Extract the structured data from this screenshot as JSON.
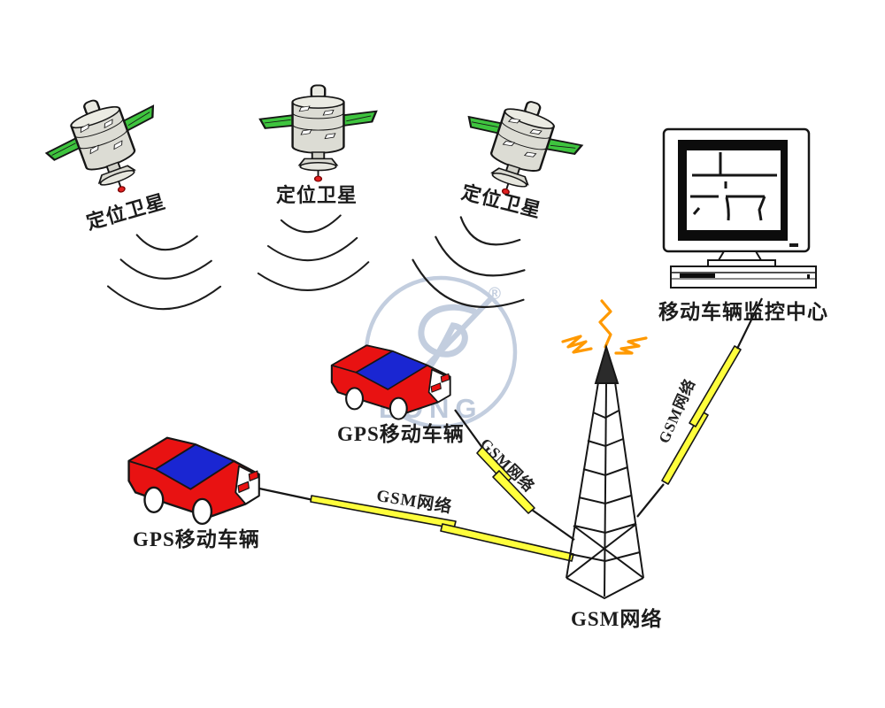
{
  "satellites": [
    {
      "label": "定位卫星"
    },
    {
      "label": "定位卫星"
    },
    {
      "label": "定位卫星"
    }
  ],
  "vehicles": [
    {
      "label": "GPS移动车辆"
    },
    {
      "label": "GPS移动车辆"
    }
  ],
  "monitor": {
    "label": "移动车辆监控中心"
  },
  "tower": {
    "label": "GSM网络"
  },
  "links": [
    {
      "label": "GSM网络"
    },
    {
      "label": "GSM网络"
    },
    {
      "label": "GSM网络"
    }
  ],
  "watermark": {
    "text": "LONG",
    "registered": "®"
  },
  "colors": {
    "car_red": "#e81212",
    "windshield_blue": "#1a26d2",
    "solar_panel_green": "#3ec43e",
    "lightning_yellow": "#ffff3c",
    "signal_orange": "#ff9900",
    "watermark_blue": "#c3cedf",
    "outline": "#161616"
  }
}
